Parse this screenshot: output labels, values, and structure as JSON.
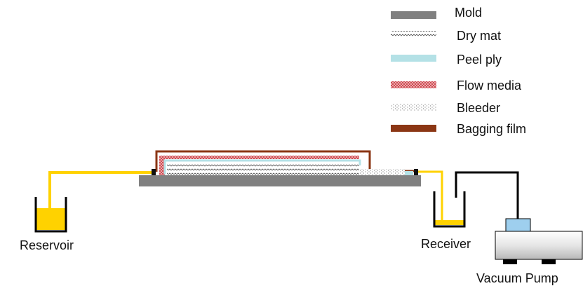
{
  "legend": {
    "mold": "Mold",
    "dry_mat": "Dry mat",
    "peel_ply": "Peel ply",
    "flow_media": "Flow media",
    "bleeder": "Bleeder",
    "bagging_film": "Bagging film"
  },
  "labels": {
    "reservoir": "Reservoir",
    "receiver": "Receiver",
    "vacuum_pump": "Vacuum Pump"
  },
  "colors": {
    "mold": "#808080",
    "peel_ply": "#b4e1e6",
    "flow_media": "#c8323c",
    "bagging_film": "#8b3614",
    "resin": "#ffd200",
    "pump_body": "#e8e8e8",
    "pump_valve": "#9ecfee"
  }
}
